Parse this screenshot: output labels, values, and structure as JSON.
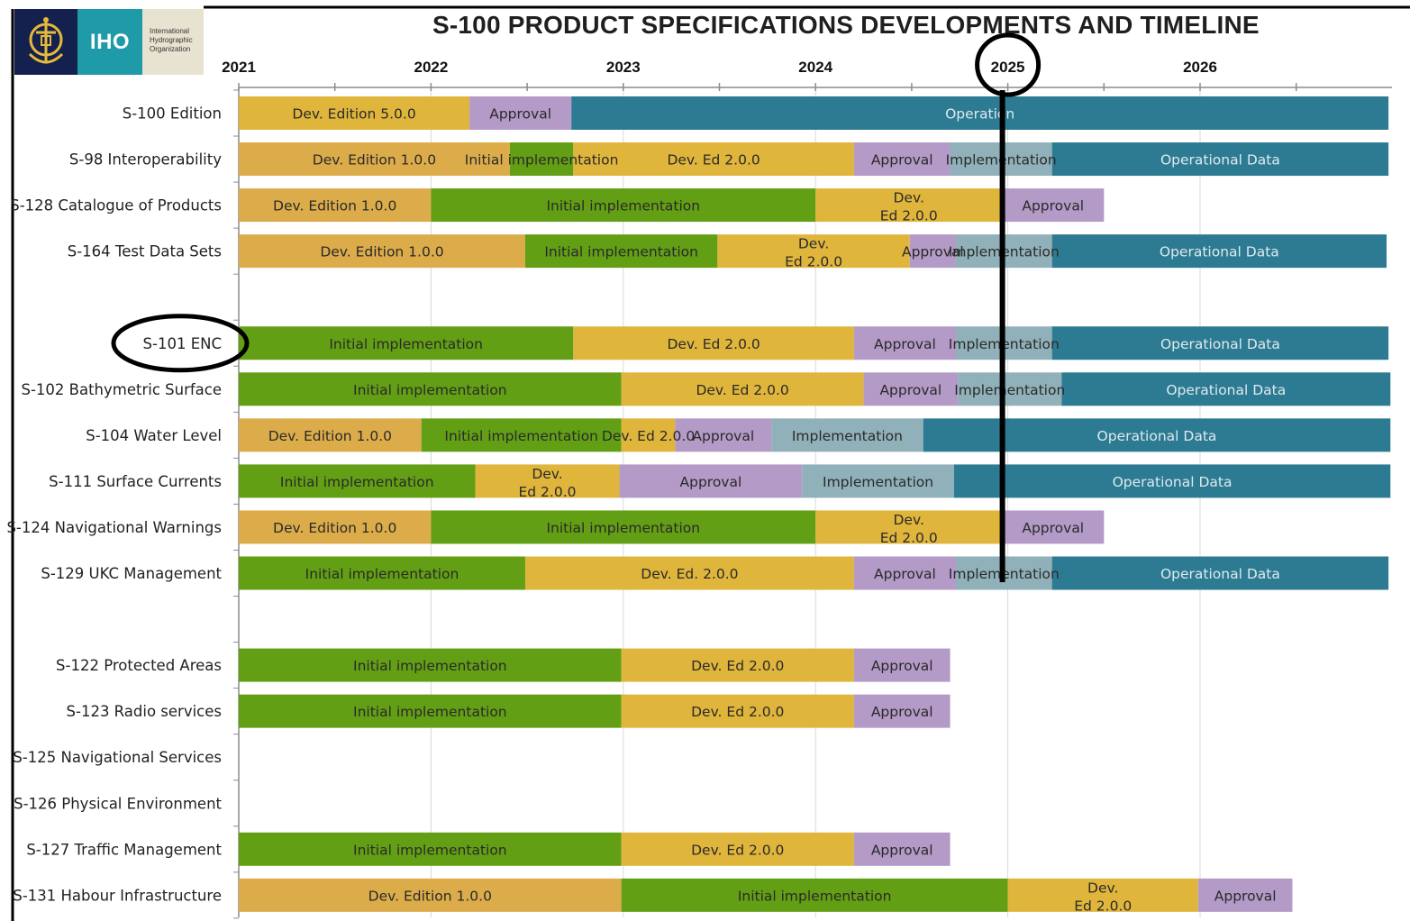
{
  "header": {
    "title": "S-100 PRODUCT SPECIFICATIONS DEVELOPMENTS AND TIMELINE",
    "logo": {
      "short": "IHO",
      "name_lines": [
        "International",
        "Hydrographic",
        "Organization"
      ]
    }
  },
  "colors": {
    "dev": "#e0b53c",
    "dev_alt": "#dcac4a",
    "initial": "#629f14",
    "approval": "#b39ac7",
    "implementation": "#90b1b9",
    "operational": "#2c7b92",
    "marker": "#000000"
  },
  "chart_data": {
    "type": "gantt",
    "title": "S-100 PRODUCT SPECIFICATIONS DEVELOPMENTS AND TIMELINE",
    "x_axis": {
      "range": [
        "2021-01",
        "2027-01"
      ],
      "tick_labels": [
        "2021",
        "2022",
        "2023",
        "2024",
        "2025",
        "2026"
      ],
      "ticks": [
        "2021",
        "2021.5",
        "2022",
        "2022.5",
        "2023",
        "2023.5",
        "2024",
        "2024.5",
        "2025",
        "2025.5",
        "2026",
        "2026.5"
      ]
    },
    "grid": true,
    "highlight": {
      "year_label": "2025",
      "row_label": "S-101 ENC",
      "current_date_line": "2025-01",
      "line_end_row": "S-129 UKC Management"
    },
    "rows": [
      {
        "label": "S-100 Edition",
        "bars": [
          {
            "phase": "dev",
            "text": "Dev. Edition 5.0.0",
            "start": 2021.0,
            "end": 2022.2
          },
          {
            "phase": "approval",
            "text": "Approval",
            "start": 2022.2,
            "end": 2022.73
          },
          {
            "phase": "operational",
            "text": "Operation",
            "start": 2022.73,
            "end": 2026.98
          }
        ]
      },
      {
        "label": "S-98 Interoperability",
        "bars": [
          {
            "phase": "dev_alt",
            "text": "Dev. Edition 1.0.0",
            "start": 2021.0,
            "end": 2022.41
          },
          {
            "phase": "initial",
            "text": "Initial implementation",
            "start": 2022.41,
            "end": 2022.74
          },
          {
            "phase": "dev",
            "text": "Dev. Ed 2.0.0",
            "start": 2022.74,
            "end": 2024.2
          },
          {
            "phase": "approval",
            "text": "Approval",
            "start": 2024.2,
            "end": 2024.7
          },
          {
            "phase": "implementation",
            "text": "Implementation",
            "start": 2024.7,
            "end": 2025.23
          },
          {
            "phase": "operational",
            "text": "Operational Data",
            "start": 2025.23,
            "end": 2026.98
          }
        ]
      },
      {
        "label": "S-128 Catalogue of Products",
        "bars": [
          {
            "phase": "dev_alt",
            "text": "Dev. Edition 1.0.0",
            "start": 2021.0,
            "end": 2022.0
          },
          {
            "phase": "initial",
            "text": "Initial implementation",
            "start": 2022.0,
            "end": 2024.0
          },
          {
            "phase": "dev",
            "text": "Dev. Ed 2.0.0",
            "start": 2024.0,
            "end": 2024.97
          },
          {
            "phase": "approval",
            "text": "Approval",
            "start": 2024.97,
            "end": 2025.5
          }
        ]
      },
      {
        "label": "S-164 Test Data Sets",
        "bars": [
          {
            "phase": "dev_alt",
            "text": "Dev. Edition 1.0.0",
            "start": 2021.0,
            "end": 2022.49
          },
          {
            "phase": "initial",
            "text": "Initial implementation",
            "start": 2022.49,
            "end": 2023.49
          },
          {
            "phase": "dev",
            "text": "Dev. Ed 2.0.0",
            "start": 2023.49,
            "end": 2024.49
          },
          {
            "phase": "approval",
            "text": "Approval",
            "start": 2024.49,
            "end": 2024.73
          },
          {
            "phase": "implementation",
            "text": "Implementation",
            "start": 2024.73,
            "end": 2025.23
          },
          {
            "phase": "operational",
            "text": "Operational Data",
            "start": 2025.23,
            "end": 2026.97
          }
        ]
      },
      {
        "label": "",
        "bars": []
      },
      {
        "label": "S-101 ENC",
        "bars": [
          {
            "phase": "initial",
            "text": "Initial implementation",
            "start": 2021.0,
            "end": 2022.74
          },
          {
            "phase": "dev",
            "text": "Dev. Ed 2.0.0",
            "start": 2022.74,
            "end": 2024.2
          },
          {
            "phase": "approval",
            "text": "Approval",
            "start": 2024.2,
            "end": 2024.73
          },
          {
            "phase": "implementation",
            "text": "Implementation",
            "start": 2024.73,
            "end": 2025.23
          },
          {
            "phase": "operational",
            "text": "Operational Data",
            "start": 2025.23,
            "end": 2026.98
          }
        ]
      },
      {
        "label": "S-102 Bathymetric Surface",
        "bars": [
          {
            "phase": "initial",
            "text": "Initial implementation",
            "start": 2021.0,
            "end": 2022.99
          },
          {
            "phase": "dev",
            "text": "Dev. Ed 2.0.0",
            "start": 2022.99,
            "end": 2024.25
          },
          {
            "phase": "approval",
            "text": "Approval",
            "start": 2024.25,
            "end": 2024.74
          },
          {
            "phase": "implementation",
            "text": "Implementation",
            "start": 2024.74,
            "end": 2025.28
          },
          {
            "phase": "operational",
            "text": "Operational Data",
            "start": 2025.28,
            "end": 2026.99
          }
        ]
      },
      {
        "label": "S-104 Water Level",
        "bars": [
          {
            "phase": "dev_alt",
            "text": "Dev. Edition 1.0.0",
            "start": 2021.0,
            "end": 2021.95
          },
          {
            "phase": "initial",
            "text": "Initial implementation",
            "start": 2021.95,
            "end": 2022.99
          },
          {
            "phase": "dev",
            "text": "Dev. Ed 2.0.0",
            "start": 2022.99,
            "end": 2023.27
          },
          {
            "phase": "approval",
            "text": "Approval",
            "start": 2023.27,
            "end": 2023.77
          },
          {
            "phase": "implementation",
            "text": "Implementation",
            "start": 2023.77,
            "end": 2024.56
          },
          {
            "phase": "operational",
            "text": "Operational Data",
            "start": 2024.56,
            "end": 2026.99
          }
        ]
      },
      {
        "label": "S-111 Surface Currents",
        "bars": [
          {
            "phase": "initial",
            "text": "Initial implementation",
            "start": 2021.0,
            "end": 2022.23
          },
          {
            "phase": "dev",
            "text": "Dev. Ed 2.0.0",
            "start": 2022.23,
            "end": 2022.98
          },
          {
            "phase": "approval",
            "text": "Approval",
            "start": 2022.98,
            "end": 2023.93
          },
          {
            "phase": "implementation",
            "text": "Implementation",
            "start": 2023.93,
            "end": 2024.72
          },
          {
            "phase": "operational",
            "text": "Operational Data",
            "start": 2024.72,
            "end": 2026.99
          }
        ]
      },
      {
        "label": "S-124 Navigational Warnings",
        "bars": [
          {
            "phase": "dev_alt",
            "text": "Dev. Edition 1.0.0",
            "start": 2021.0,
            "end": 2022.0
          },
          {
            "phase": "initial",
            "text": "Initial implementation",
            "start": 2022.0,
            "end": 2024.0
          },
          {
            "phase": "dev",
            "text": "Dev. Ed 2.0.0",
            "start": 2024.0,
            "end": 2024.97
          },
          {
            "phase": "approval",
            "text": "Approval",
            "start": 2024.97,
            "end": 2025.5
          }
        ]
      },
      {
        "label": "S-129 UKC Management",
        "bars": [
          {
            "phase": "initial",
            "text": "Initial implementation",
            "start": 2021.0,
            "end": 2022.49
          },
          {
            "phase": "dev",
            "text": "Dev. Ed. 2.0.0",
            "start": 2022.49,
            "end": 2024.2
          },
          {
            "phase": "approval",
            "text": "Approval",
            "start": 2024.2,
            "end": 2024.73
          },
          {
            "phase": "implementation",
            "text": "Implementation",
            "start": 2024.73,
            "end": 2025.23
          },
          {
            "phase": "operational",
            "text": "Operational Data",
            "start": 2025.23,
            "end": 2026.98
          }
        ]
      },
      {
        "label": "",
        "bars": []
      },
      {
        "label": "S-122 Protected Areas",
        "bars": [
          {
            "phase": "initial",
            "text": "Initial implementation",
            "start": 2021.0,
            "end": 2022.99
          },
          {
            "phase": "dev",
            "text": "Dev. Ed 2.0.0",
            "start": 2022.99,
            "end": 2024.2
          },
          {
            "phase": "approval",
            "text": "Approval",
            "start": 2024.2,
            "end": 2024.7
          }
        ]
      },
      {
        "label": "S-123 Radio services",
        "bars": [
          {
            "phase": "initial",
            "text": "Initial implementation",
            "start": 2021.0,
            "end": 2022.99
          },
          {
            "phase": "dev",
            "text": "Dev. Ed 2.0.0",
            "start": 2022.99,
            "end": 2024.2
          },
          {
            "phase": "approval",
            "text": "Approval",
            "start": 2024.2,
            "end": 2024.7
          }
        ]
      },
      {
        "label": "S-125  Navigational Services",
        "bars": []
      },
      {
        "label": "S-126 Physical Environment",
        "bars": []
      },
      {
        "label": "S-127 Traffic Management",
        "bars": [
          {
            "phase": "initial",
            "text": "Initial implementation",
            "start": 2021.0,
            "end": 2022.99
          },
          {
            "phase": "dev",
            "text": "Dev. Ed 2.0.0",
            "start": 2022.99,
            "end": 2024.2
          },
          {
            "phase": "approval",
            "text": "Approval",
            "start": 2024.2,
            "end": 2024.7
          }
        ]
      },
      {
        "label": "S-131 Habour Infrastructure",
        "bars": [
          {
            "phase": "dev_alt",
            "text": "Dev. Edition 1.0.0",
            "start": 2021.0,
            "end": 2022.99
          },
          {
            "phase": "initial",
            "text": "Initial implementation",
            "start": 2022.99,
            "end": 2025.0
          },
          {
            "phase": "dev",
            "text": "Dev. Ed 2.0.0",
            "start": 2025.0,
            "end": 2025.99
          },
          {
            "phase": "approval",
            "text": "Approval",
            "start": 2025.99,
            "end": 2026.48
          }
        ]
      }
    ]
  }
}
